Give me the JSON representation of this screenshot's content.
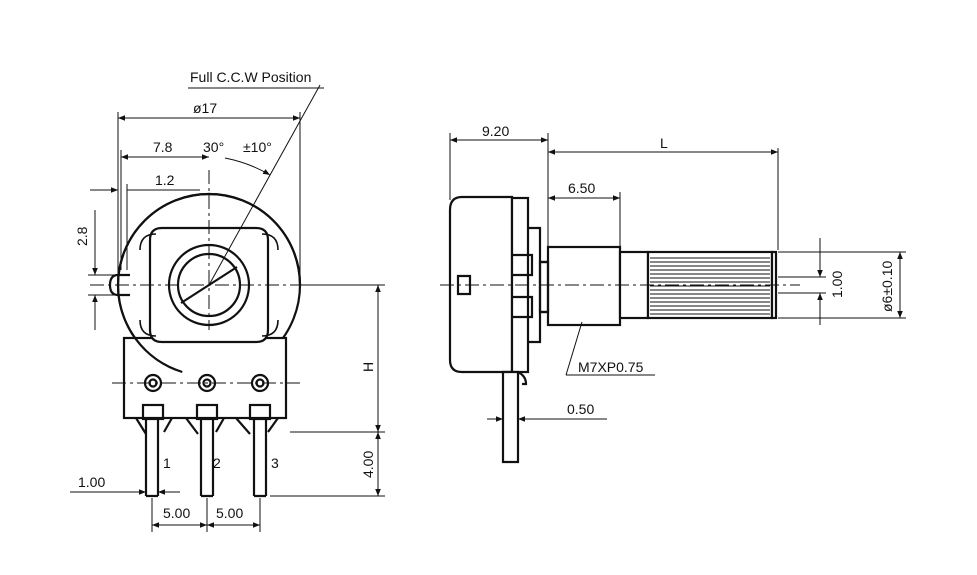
{
  "front_view": {
    "position_label": "Full C.C.W Position",
    "dims": {
      "diameter": "ø17",
      "offset_78": "7.8",
      "angle": "30°",
      "tolerance": "±10°",
      "offset_12": "1.2",
      "height_28": "2.8",
      "height_h": "H",
      "height_400": "4.00",
      "pin_width": "1.00",
      "pitch_1": "5.00",
      "pitch_2": "5.00"
    },
    "pins": [
      "1",
      "2",
      "3"
    ]
  },
  "side_view": {
    "dims": {
      "body_depth": "9.20",
      "shaft_length": "L",
      "bushing_length": "6.50",
      "flat": "1.00",
      "shaft_diameter": "ø6±0.10",
      "thread": "M7XP0.75",
      "terminal_thickness": "0.50"
    }
  }
}
